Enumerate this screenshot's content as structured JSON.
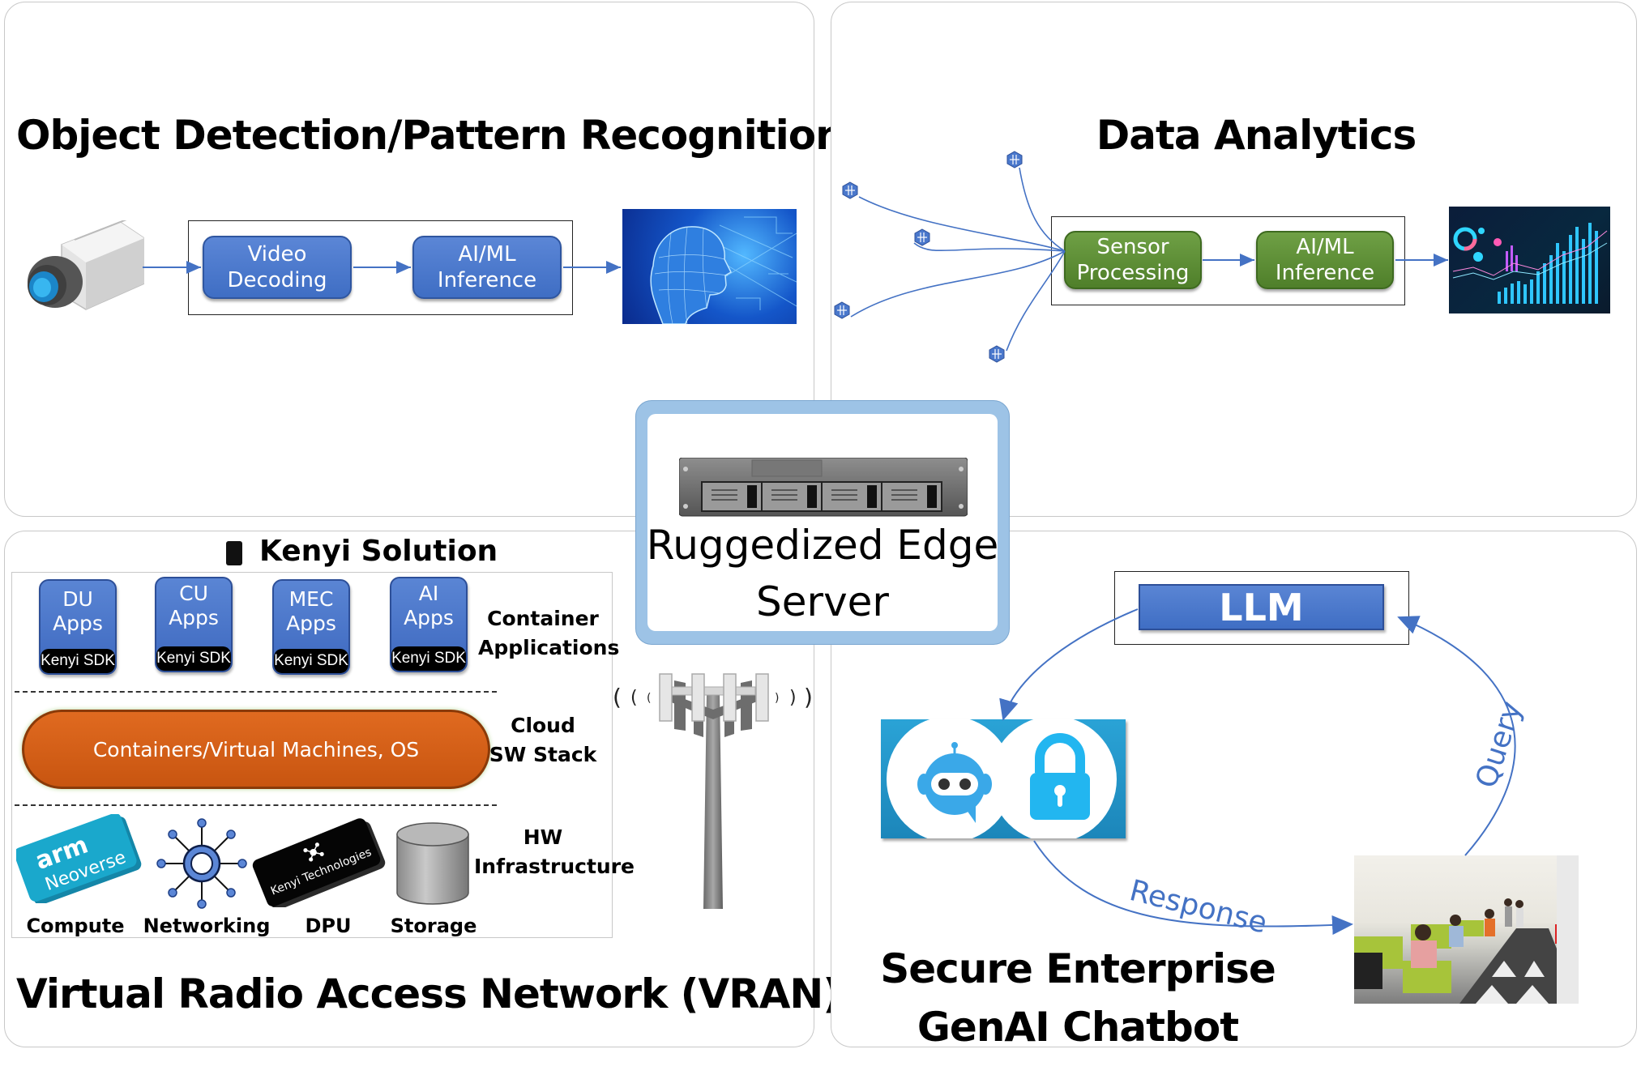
{
  "panels": {
    "object_detection": {
      "title": "Object Detection/Pattern Recognition",
      "pipeline": [
        "Video Decoding",
        "AI/ML Inference"
      ],
      "pipeline_lines": [
        [
          "Video",
          "Decoding"
        ],
        [
          "AI/ML",
          "Inference"
        ]
      ],
      "input_icon": "security-camera-icon",
      "output_image": "digital-head-image"
    },
    "data_analytics": {
      "title": "Data Analytics",
      "pipeline_lines": [
        [
          "Sensor",
          "Processing"
        ],
        [
          "AI/ML",
          "Inference"
        ]
      ],
      "input_icon": "sensor-node-icon",
      "sensor_count": 5,
      "output_image": "analytics-dashboard-image"
    },
    "vran": {
      "title": "Virtual Radio Access Network (VRAN)",
      "solution_label": "Kenyi Solution",
      "container_apps": [
        {
          "line1": "DU",
          "line2": "Apps",
          "sdk": "Kenyi SDK"
        },
        {
          "line1": "CU",
          "line2": "Apps",
          "sdk": "Kenyi SDK"
        },
        {
          "line1": "MEC",
          "line2": "Apps",
          "sdk": "Kenyi SDK"
        },
        {
          "line1": "AI",
          "line2": "Apps",
          "sdk": "Kenyi SDK"
        }
      ],
      "layers": [
        {
          "line1": "Container",
          "line2": "Applications"
        },
        {
          "line1": "Cloud",
          "line2": "SW Stack"
        },
        {
          "line1": "HW",
          "line2": "Infrastructure"
        }
      ],
      "sw_stack": "Containers/Virtual Machines, OS",
      "hardware": [
        {
          "label": "Compute",
          "chip_line1": "arm",
          "chip_line2": "Neoverse"
        },
        {
          "label": "Networking"
        },
        {
          "label": "DPU",
          "chip_text": "Kenyi Technologies"
        },
        {
          "label": "Storage"
        }
      ]
    },
    "chatbot": {
      "title_line1": "Secure Enterprise",
      "title_line2": "GenAI Chatbot",
      "llm_label": "LLM",
      "query_label": "Query",
      "response_label": "Response"
    }
  },
  "center": {
    "line1": "Ruggedized Edge",
    "line2": "Server"
  },
  "colors": {
    "blue_box": "#4a78cc",
    "green_box": "#5e8f36",
    "orange_stack": "#d2611a",
    "server_frame": "#9dc3e6",
    "arrow": "#4472c4",
    "chatbot_bg": "#2b9bd1",
    "arm_teal": "#1aa5c9"
  }
}
